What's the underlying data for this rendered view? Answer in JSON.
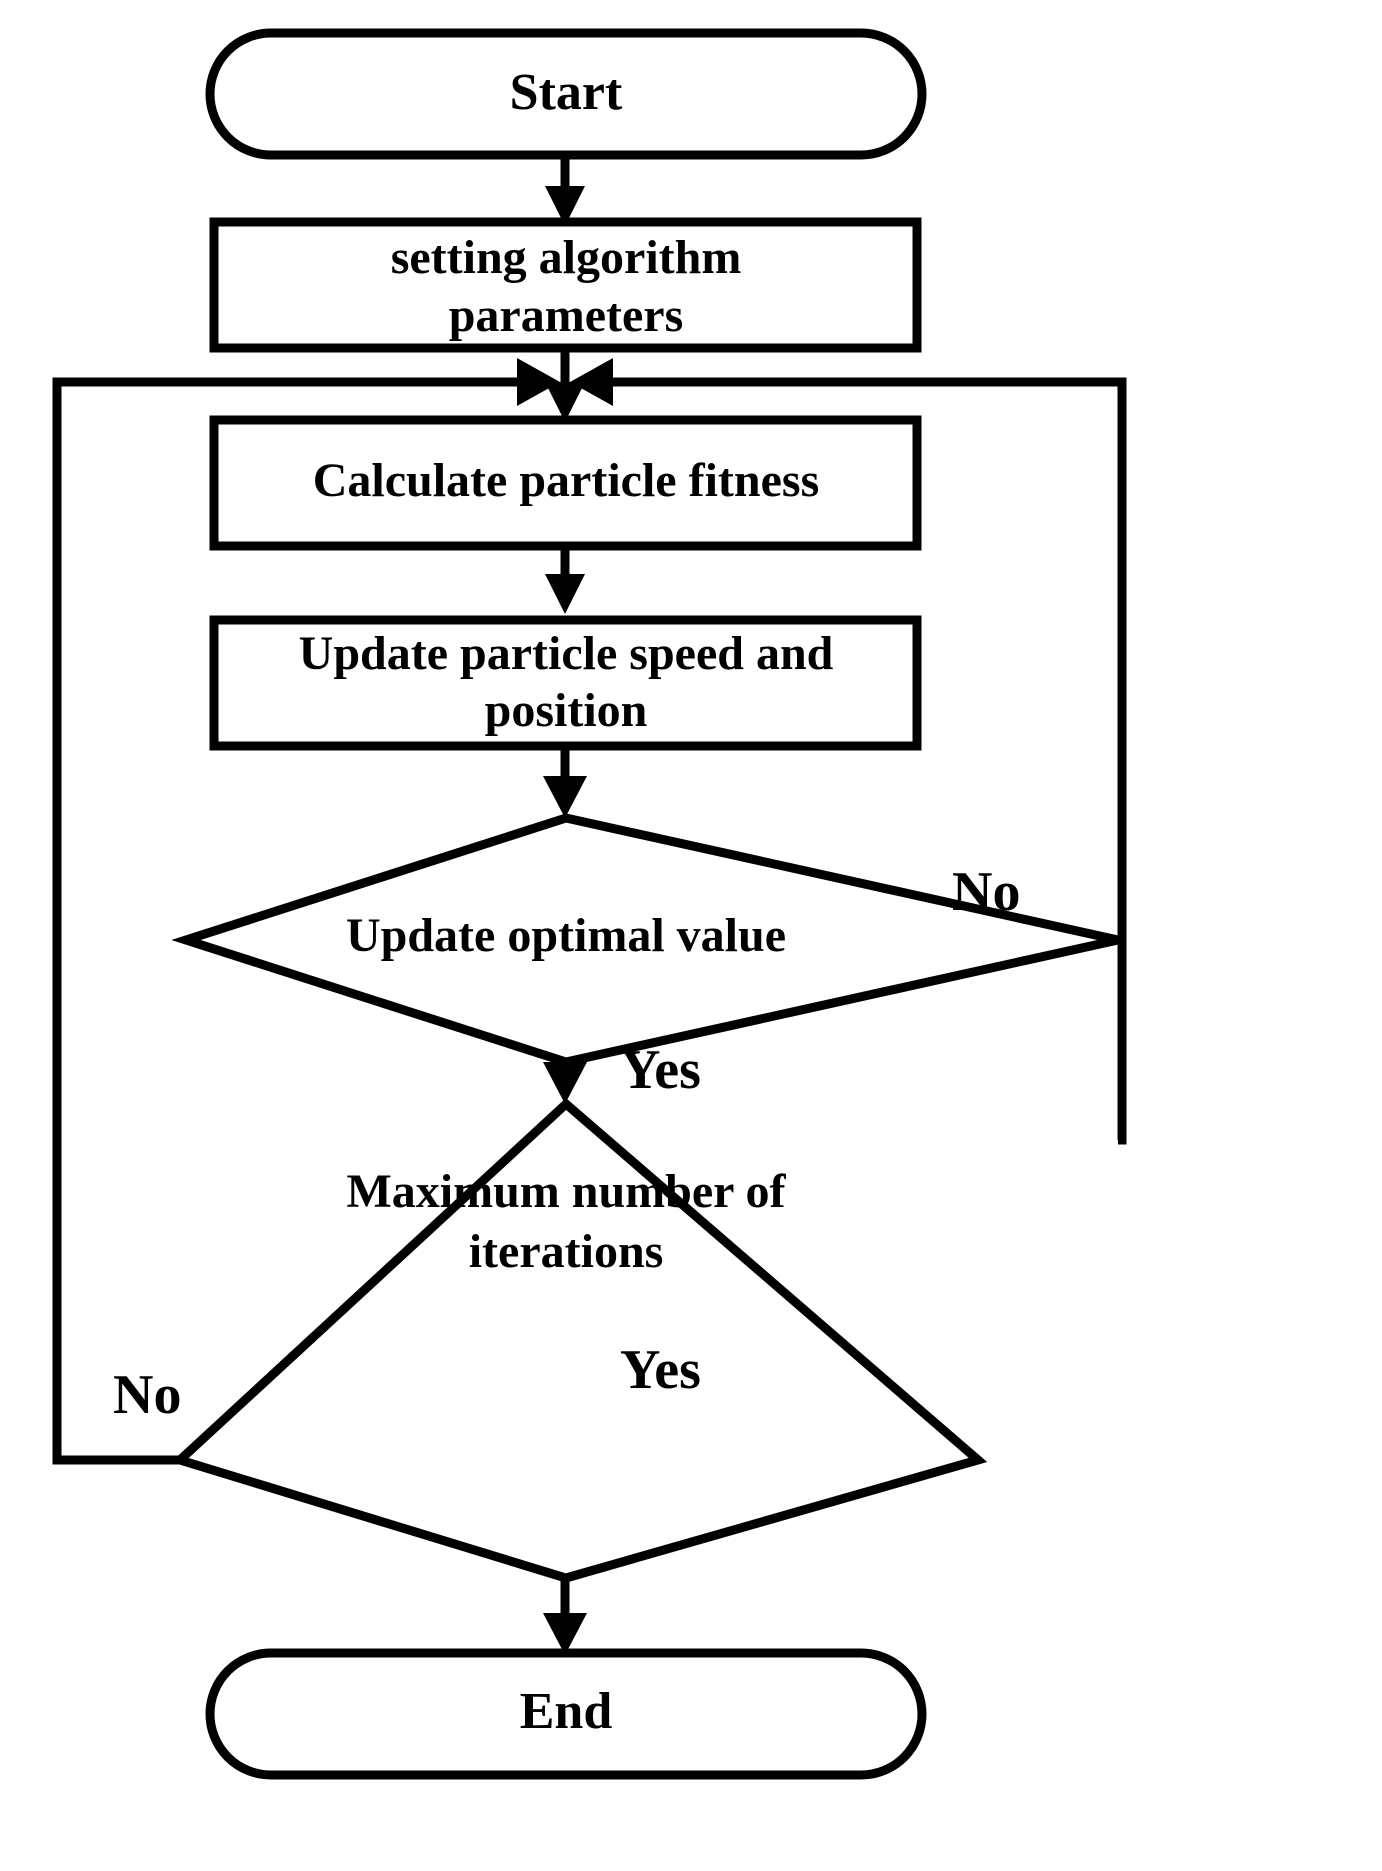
{
  "diagram": {
    "title": "Particle Swarm Optimization algorithm flowchart",
    "type": "flowchart",
    "background_color": "#ffffff",
    "line_color": "#000000",
    "fill_color": "#ffffff",
    "nodes": [
      {
        "id": "start",
        "shape": "terminal",
        "label": "Start"
      },
      {
        "id": "params",
        "shape": "process",
        "label_line1": "setting algorithm",
        "label_line2": "parameters"
      },
      {
        "id": "fitness",
        "shape": "process",
        "label_line1": "Calculate particle fitness",
        "label_line2": ""
      },
      {
        "id": "update",
        "shape": "process",
        "label_line1": "Update particle speed and",
        "label_line2": "position"
      },
      {
        "id": "optimal",
        "shape": "decision",
        "label_line1": "Update optimal value",
        "label_line2": ""
      },
      {
        "id": "maxiter",
        "shape": "decision",
        "label_line1": "Maximum number of",
        "label_line2": "iterations"
      },
      {
        "id": "end",
        "shape": "terminal",
        "label": "End"
      }
    ],
    "edge_labels": {
      "optimal_no": "No",
      "optimal_yes": "Yes",
      "maxiter_no": "No",
      "maxiter_yes": "Yes"
    },
    "edges": [
      {
        "from": "start",
        "to": "params",
        "label": ""
      },
      {
        "from": "params",
        "to": "fitness",
        "label": ""
      },
      {
        "from": "fitness",
        "to": "update",
        "label": ""
      },
      {
        "from": "update",
        "to": "optimal",
        "label": ""
      },
      {
        "from": "optimal",
        "to": "fitness",
        "label": "No"
      },
      {
        "from": "optimal",
        "to": "maxiter",
        "label": "Yes"
      },
      {
        "from": "maxiter",
        "to": "fitness",
        "label": "No"
      },
      {
        "from": "maxiter",
        "to": "end",
        "label": "Yes"
      }
    ]
  }
}
